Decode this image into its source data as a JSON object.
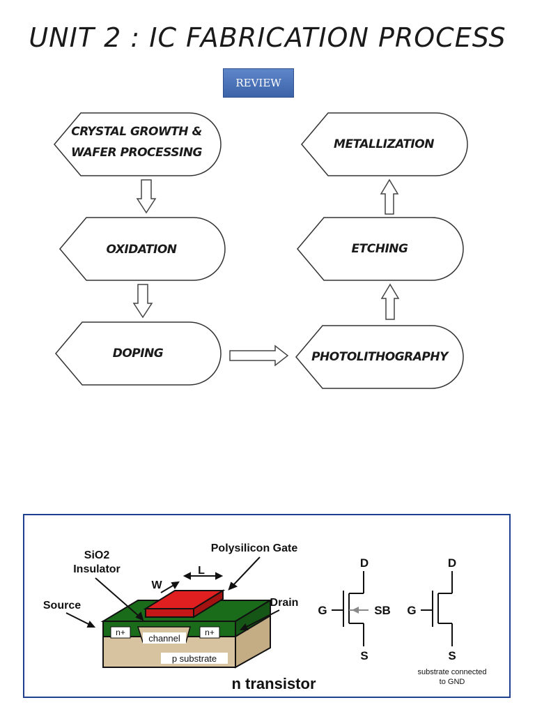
{
  "title": "UNIT 2 : IC FABRICATION PROCESS",
  "review_button": "REVIEW",
  "flow": {
    "crystal_line1": "CRYSTAL GROWTH &",
    "crystal_line2": "WAFER PROCESSING",
    "oxidation": "OXIDATION",
    "doping": "DOPING",
    "photolithography": "PHOTOLITHOGRAPHY",
    "etching": "ETCHING",
    "metallization": "METALLIZATION"
  },
  "figure": {
    "polysilicon_gate": "Polysilicon Gate",
    "sio2": "SiO2",
    "insulator": "Insulator",
    "length": "L",
    "width": "W",
    "source": "Source",
    "drain": "Drain",
    "n_plus_left": "n+",
    "n_plus_right": "n+",
    "channel": "channel",
    "p_substrate": "p substrate",
    "caption": "n transistor",
    "sym1": {
      "d": "D",
      "g": "G",
      "s": "S",
      "sb": "SB"
    },
    "sym2": {
      "d": "D",
      "g": "G",
      "s": "S"
    },
    "note_line1": "substrate connected",
    "note_line2": "to GND"
  },
  "colors": {
    "gate": "#e02020",
    "oxide": "#1a6b1a",
    "substrate": "#d8c3a1",
    "frame": "#1f3f8f",
    "review": "#4a72b8"
  }
}
